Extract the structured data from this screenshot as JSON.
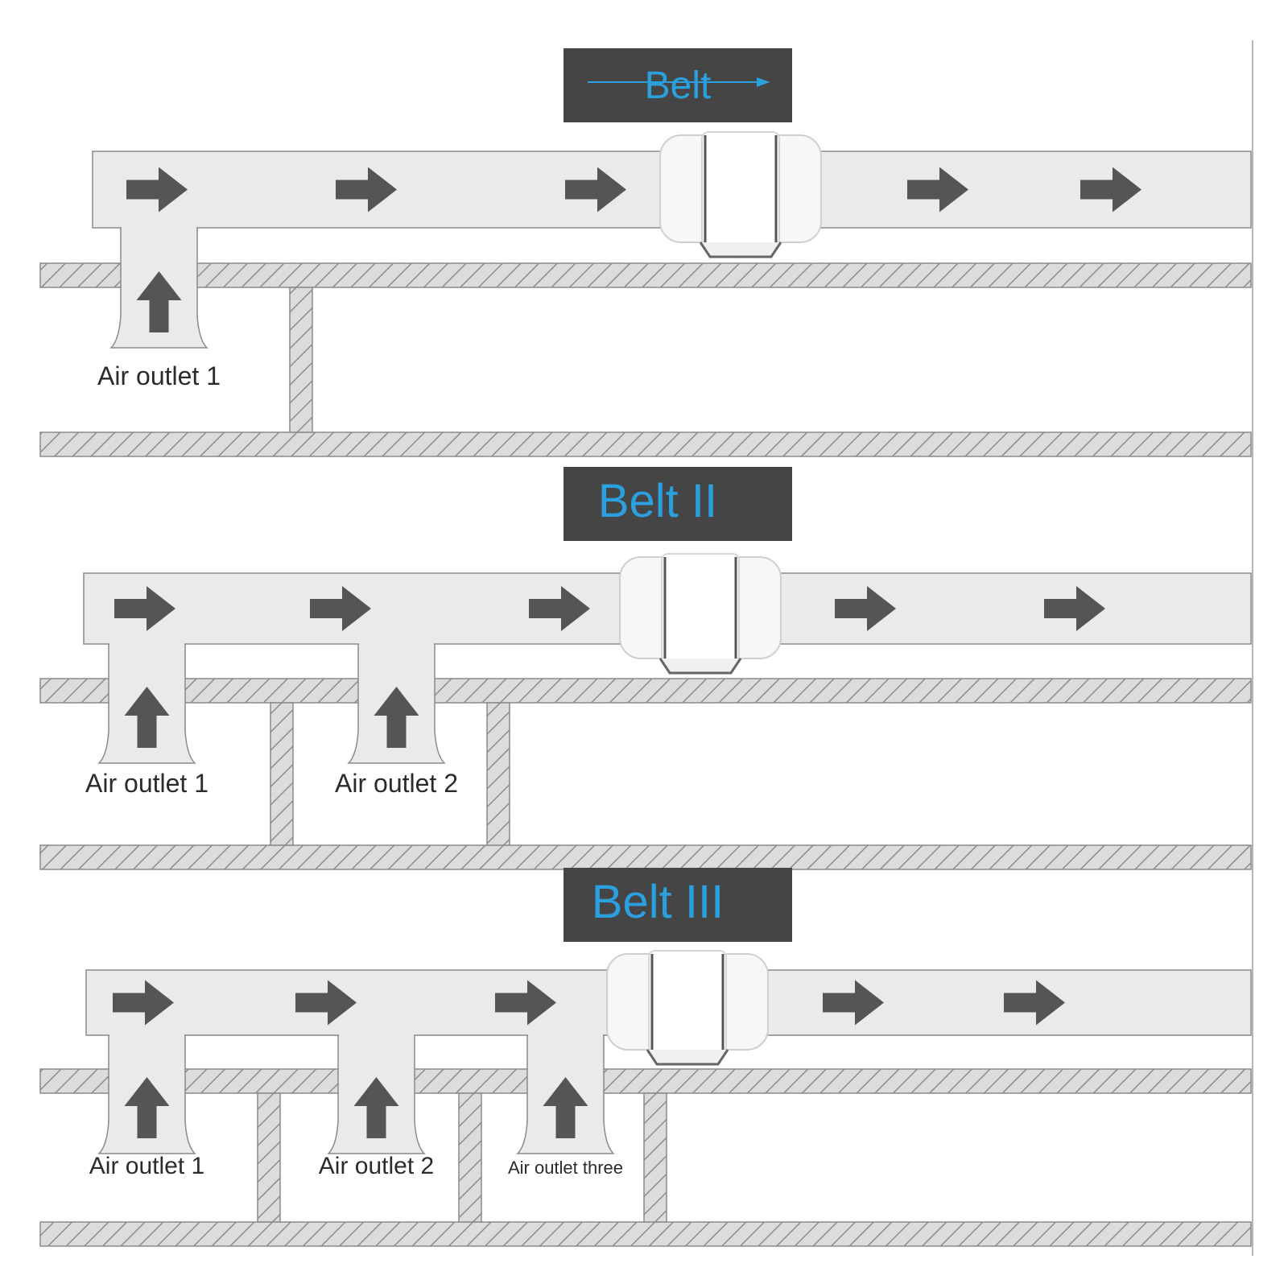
{
  "colors": {
    "banner_bg": "#454545",
    "banner_text": "#2ba0de",
    "duct_fill": "#eaeaea",
    "duct_stroke": "#8a8a8a",
    "arrow": "#555555",
    "hatch_line": "#8c8c8c",
    "hatch_bg": "#dcdcdc",
    "fan_body": "#f7f7f7"
  },
  "panels": [
    {
      "title": "Belt",
      "arrow_direction": "right",
      "outlets": [
        {
          "label": "Air outlet 1"
        }
      ]
    },
    {
      "title": "Belt II",
      "arrow_direction": "right",
      "outlets": [
        {
          "label": "Air outlet 1"
        },
        {
          "label": "Air outlet 2"
        }
      ]
    },
    {
      "title": "Belt III",
      "arrow_direction": "right",
      "outlets": [
        {
          "label": "Air outlet 1"
        },
        {
          "label": "Air outlet 2"
        },
        {
          "label": "Air outlet three"
        }
      ]
    }
  ],
  "icons": {
    "flow_arrow": "right-arrow-icon",
    "intake_arrow": "up-arrow-icon",
    "fan": "inline-duct-fan-icon"
  }
}
